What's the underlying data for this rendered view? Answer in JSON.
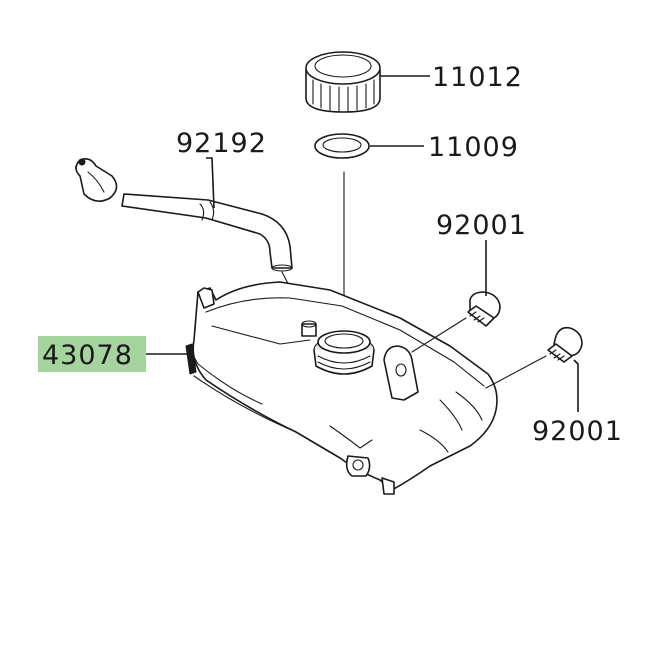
{
  "parts": {
    "cap": {
      "number": "11012"
    },
    "gasket": {
      "number": "11009"
    },
    "hose": {
      "number": "92192"
    },
    "bolt_upper": {
      "number": "92001"
    },
    "bolt_lower": {
      "number": "92001"
    },
    "tank": {
      "number": "43078"
    }
  },
  "colors": {
    "highlight": "#a6d49f",
    "line": "#1a1a1a",
    "background": "#ffffff"
  }
}
